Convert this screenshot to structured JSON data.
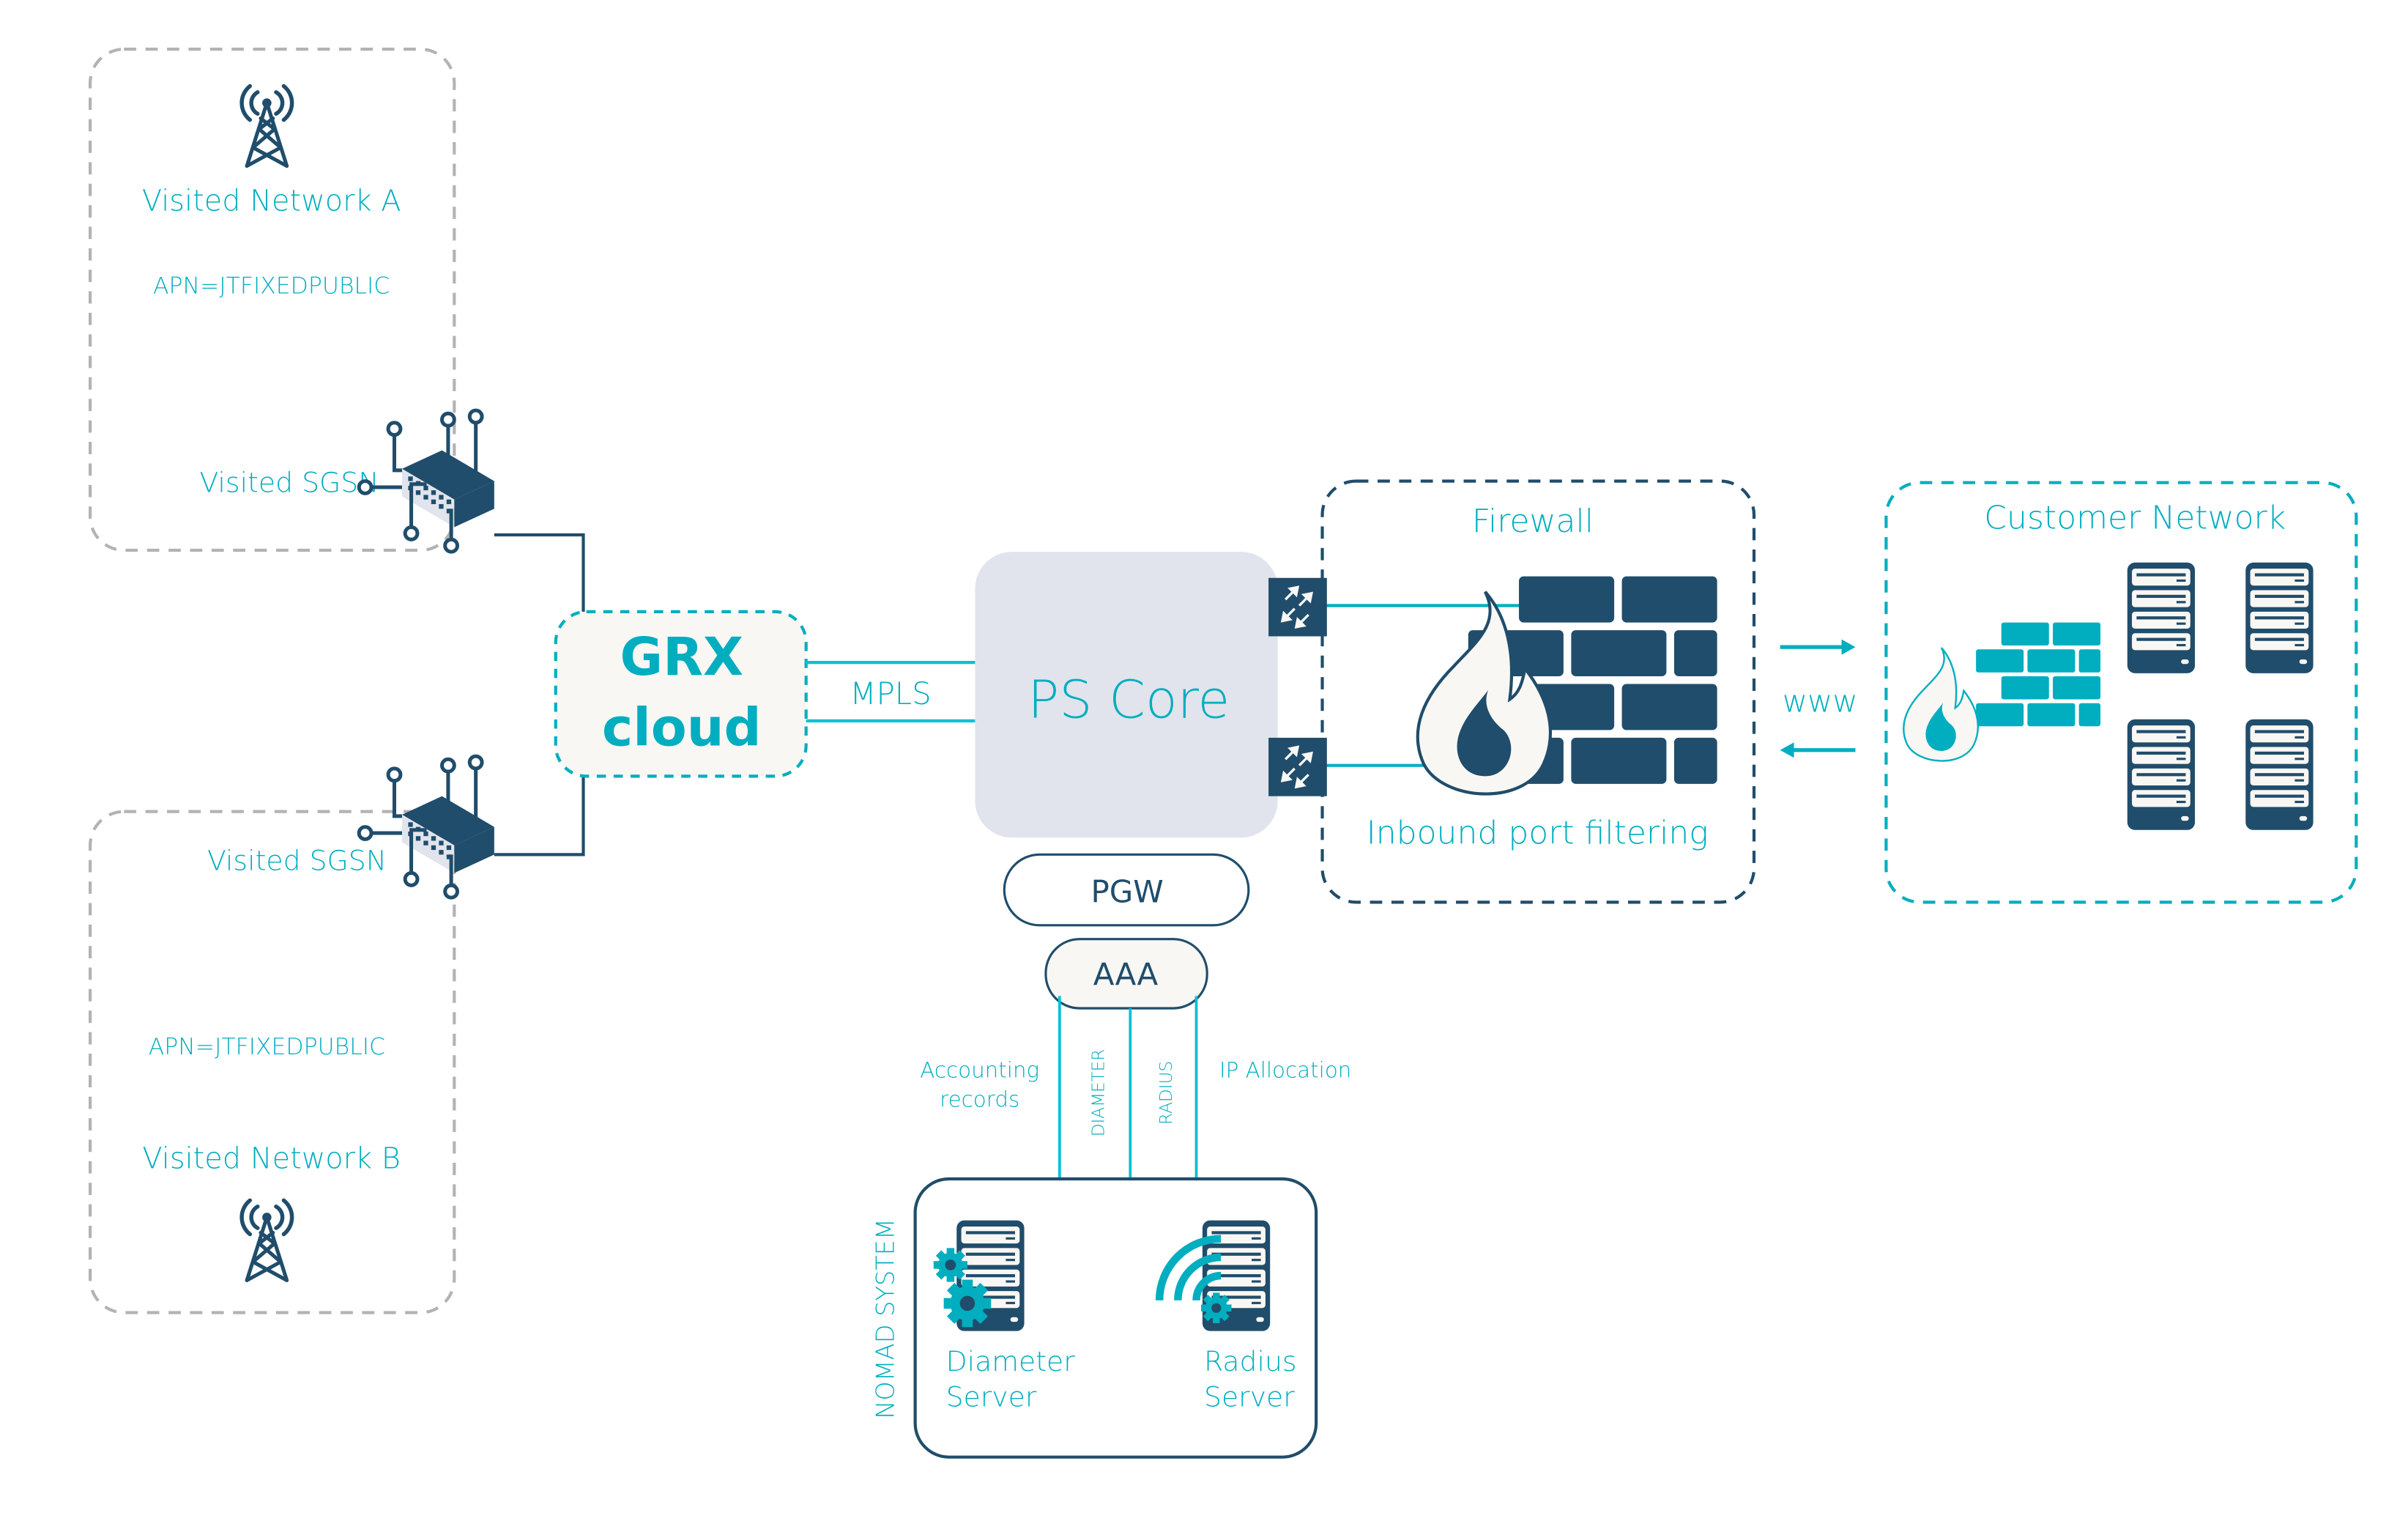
{
  "colors": {
    "teal": "#00aebf",
    "navy": "#204d6b",
    "grey_dash": "#b3b3b3",
    "core_fill": "#e1e4ec",
    "cream": "#f9f7f4"
  },
  "visited_network_a": {
    "title": "Visited Network A",
    "apn": "APN=JTFIXEDPUBLIC",
    "sgsn_label": "Visited SGSN",
    "icon": "cell-tower-icon"
  },
  "visited_network_b": {
    "title": "Visited Network B",
    "apn": "APN=JTFIXEDPUBLIC",
    "sgsn_label": "Visited SGSN",
    "icon": "cell-tower-icon"
  },
  "grx": {
    "line1": "GRX",
    "line2": "cloud"
  },
  "link_mpls": "MPLS",
  "ps_core": {
    "title": "PS Core"
  },
  "pgw": "PGW",
  "aaa": "AAA",
  "aaa_links": {
    "accounting_line1": "Accounting",
    "accounting_line2": "records",
    "diameter": "DIAMETER",
    "radius": "RADIUS",
    "ip_allocation": "IP Allocation"
  },
  "nomad": {
    "title": "NOMAD SYSTEM",
    "diameter_line1": "Diameter",
    "diameter_line2": "Server",
    "radius_line1": "Radius",
    "radius_line2": "Server"
  },
  "firewall": {
    "title": "Firewall",
    "caption": "Inbound port filtering"
  },
  "www": "www",
  "customer_network": {
    "title": "Customer Network"
  }
}
